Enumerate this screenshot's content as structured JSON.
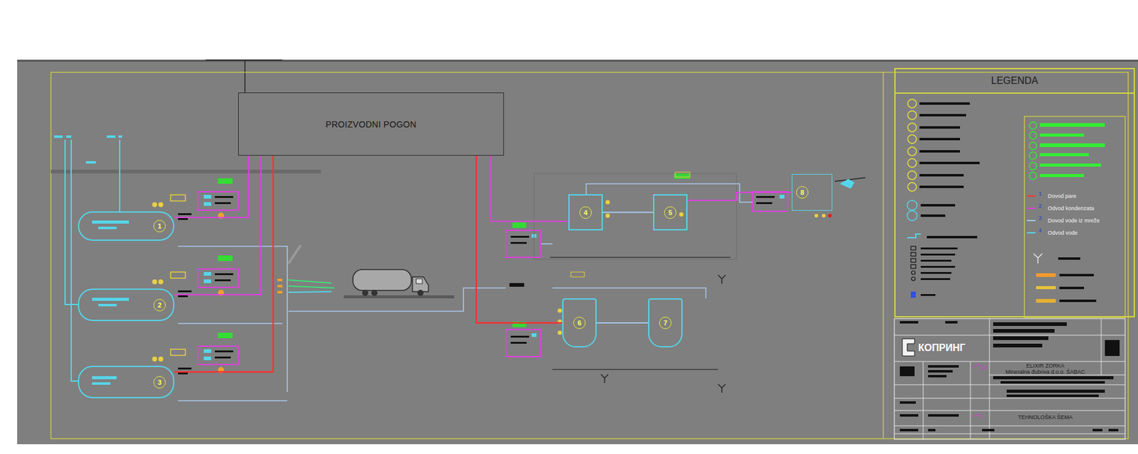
{
  "diagram": {
    "nodes": [
      {
        "text": [
          "PROIZVODNI POGON"
        ]
      },
      {
        "text": [
          "1"
        ]
      },
      {
        "text": [
          "2"
        ]
      },
      {
        "text": [
          "3"
        ]
      },
      {
        "text": [
          "4"
        ]
      },
      {
        "text": [
          "5"
        ]
      },
      {
        "text": [
          "6"
        ]
      },
      {
        "text": [
          "7"
        ]
      },
      {
        "text": [
          "8"
        ]
      },
      {
        "text": [
          "LEGENDA"
        ]
      }
    ],
    "edges": [
      {
        "from": 1,
        "to": 0,
        "arrow": "none"
      },
      {
        "from": 2,
        "to": 0,
        "arrow": "none"
      },
      {
        "from": 3,
        "to": 0,
        "arrow": "none"
      },
      {
        "from": 4,
        "to": 0,
        "arrow": "none"
      },
      {
        "from": 6,
        "to": 0,
        "arrow": "none"
      },
      {
        "from": 4,
        "to": 5,
        "arrow": "none"
      },
      {
        "from": 5,
        "to": 8,
        "arrow": "none"
      },
      {
        "from": 6,
        "to": 7,
        "arrow": "none"
      }
    ],
    "labels": [
      "1",
      "2",
      "3",
      "4",
      "КОПРИНГ",
      "ELIXIR ZORKA",
      "Mineralna đubriva d.o.o. ŠABAC",
      "TEHNOLOŠKA ŠEMA"
    ],
    "legend": [
      {
        "text": "Dovod pare"
      },
      {
        "text": "Odvod kondenzata"
      },
      {
        "text": "Dovod vode iz mreže"
      },
      {
        "text": "Odvod vode"
      }
    ]
  }
}
